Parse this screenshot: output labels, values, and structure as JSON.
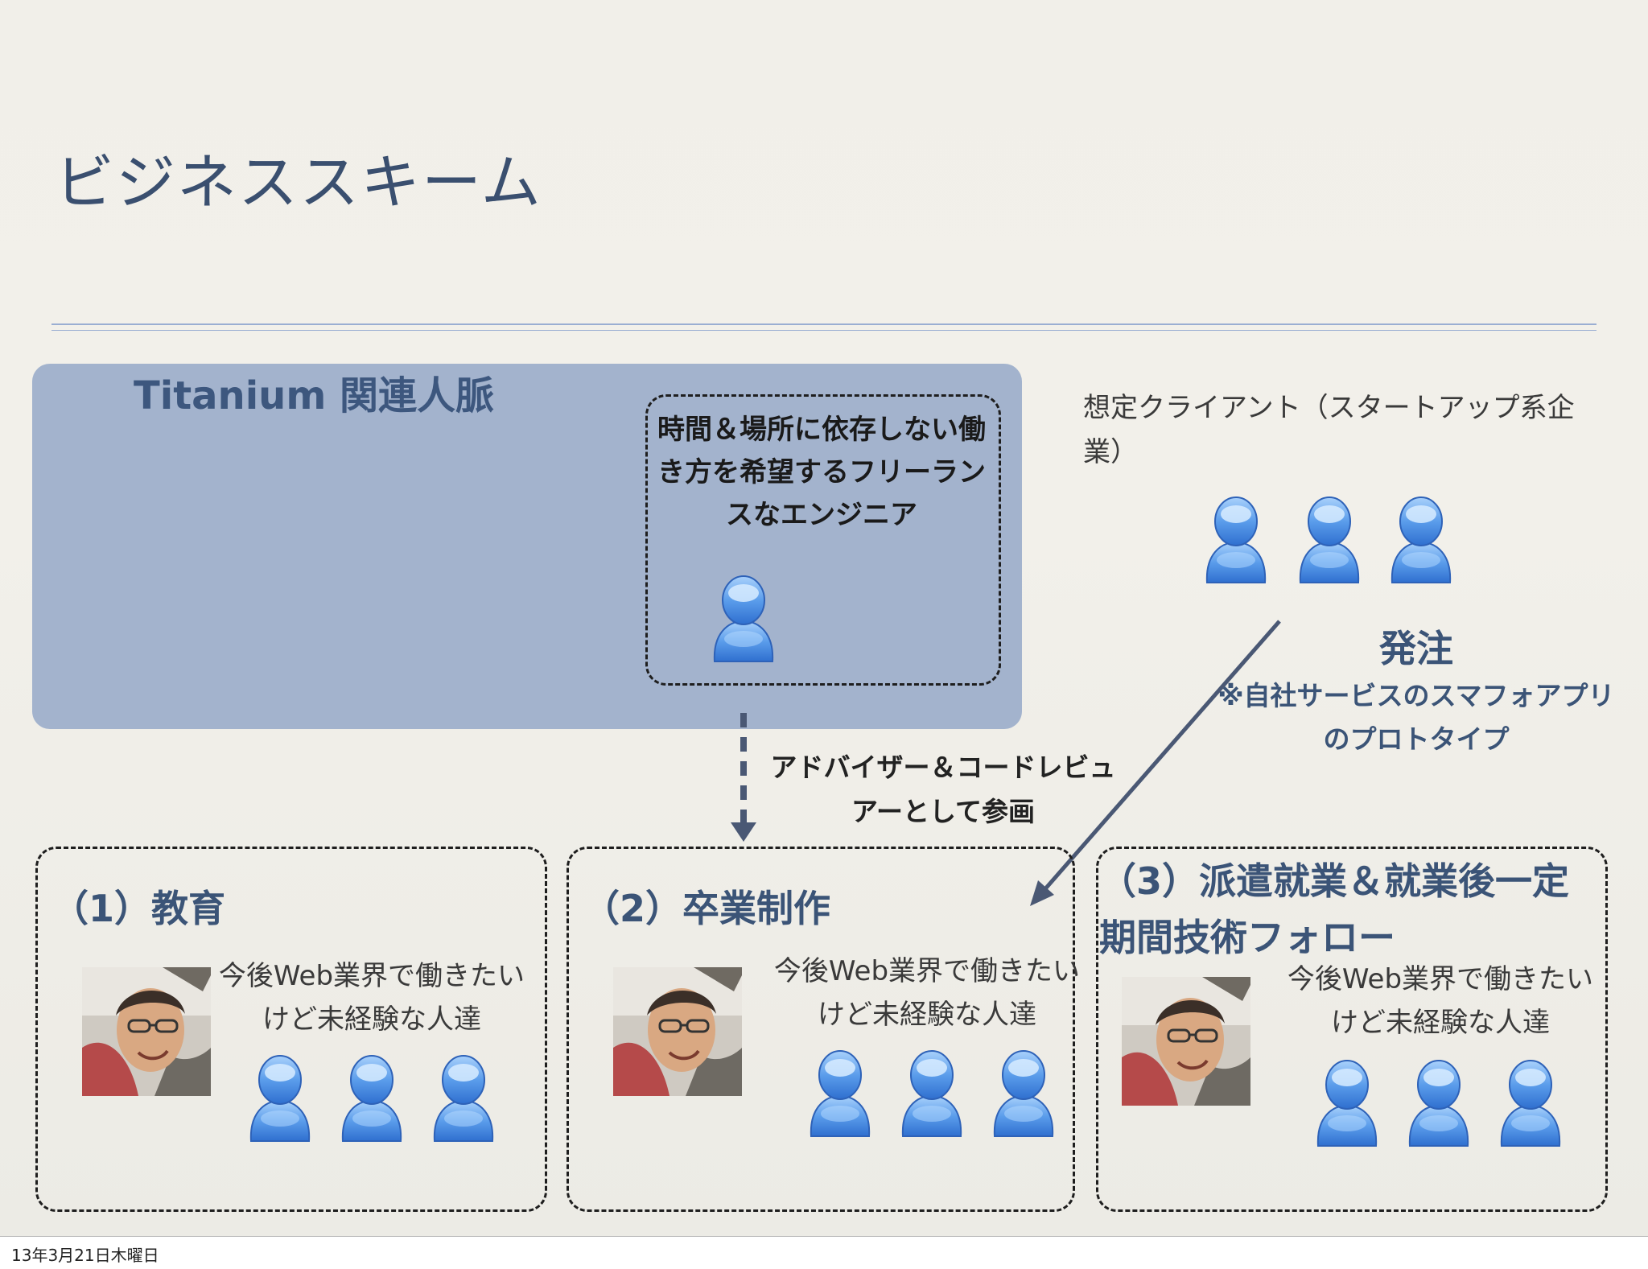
{
  "slide": {
    "title": "ビジネススキーム",
    "network_title": "Titanium 関連人脈",
    "freelancer_text": "時間＆場所に依存しない働き方を希望するフリーランスなエンジニア",
    "client_label": "想定クライアント（スタートアップ系企業）",
    "order_label": "発注",
    "order_note": "※自社サービスのスマフォアプリのプロトタイプ",
    "advisor_label": "アドバイザー＆コードレビュアーとして参画",
    "stages": [
      {
        "title": "（1）教育",
        "description": "今後Web業界で働きたいけど未経験な人達"
      },
      {
        "title": "（2）卒業制作",
        "description": "今後Web業界で働きたいけど未経験な人達"
      },
      {
        "title": "（3）派遣就業＆就業後一定期間技術フォロー",
        "description": "今後Web業界で働きたいけど未経験な人達"
      }
    ]
  },
  "footer": {
    "date_text": "13年3月21日木曜日"
  },
  "colors": {
    "accent_blue": "#3b5477",
    "network_fill": "#a3b3cd",
    "person_blue": "#4d8ee0",
    "background": "#f0eee8"
  },
  "icons": [
    "person-icon",
    "portrait-photo",
    "dashed-arrow",
    "solid-arrow"
  ]
}
